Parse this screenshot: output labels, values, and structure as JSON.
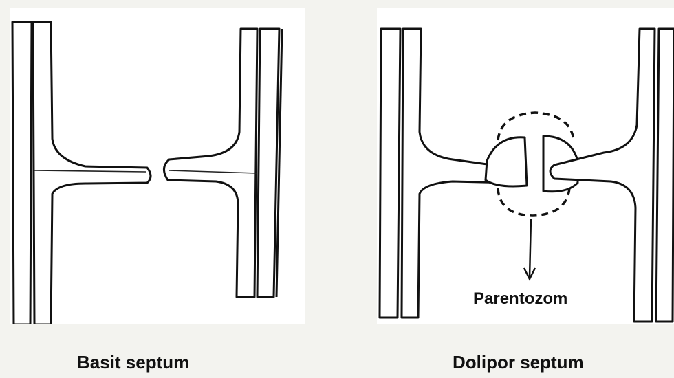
{
  "diagram": {
    "left_caption": "Basit septum",
    "right_caption": "Dolipor septum",
    "annotation": "Parentozom"
  }
}
